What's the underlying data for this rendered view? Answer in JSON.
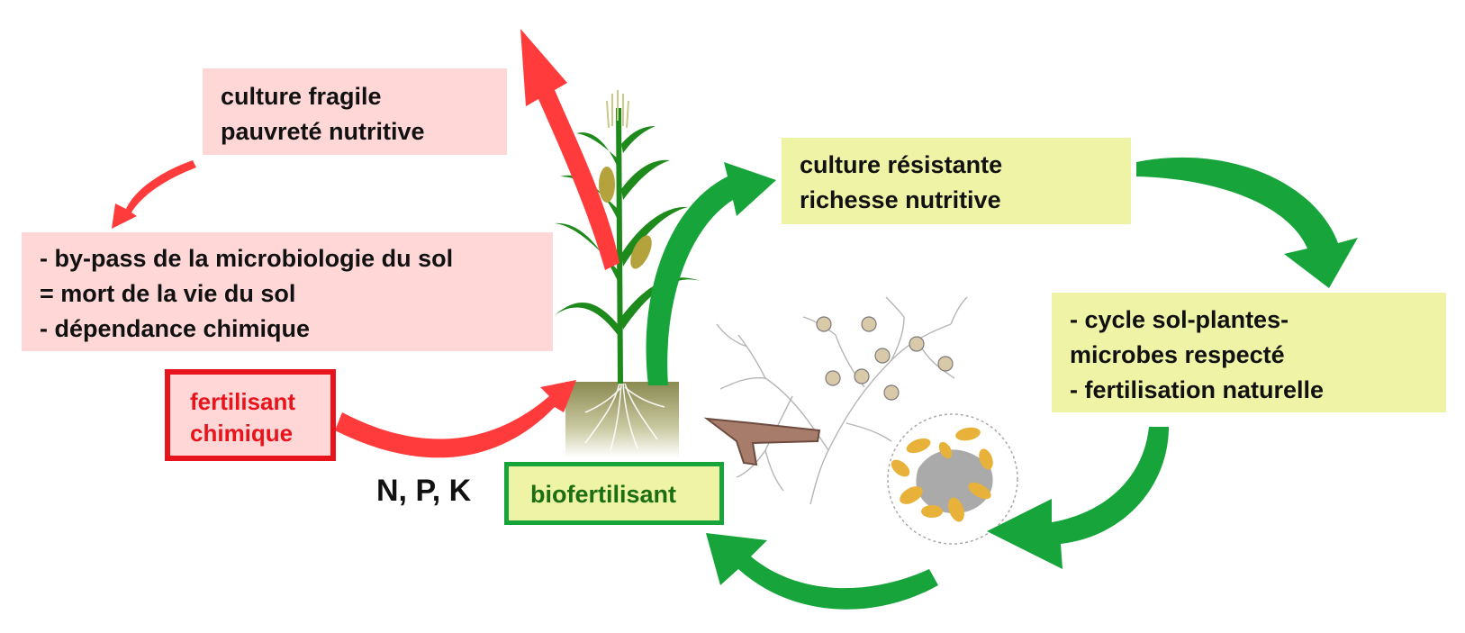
{
  "boxes": {
    "fragile": {
      "line1": "culture fragile",
      "line2": "pauvreté nutritive"
    },
    "bypass": {
      "line1": "- by-pass de la microbiologie du sol",
      "line2": "= mort de la vie du sol",
      "line3": "- dépendance chimique"
    },
    "chemical": {
      "line1": "fertilisant",
      "line2": "chimique"
    },
    "resistant": {
      "line1": "culture résistante",
      "line2": "richesse nutritive"
    },
    "cycle": {
      "line1": "- cycle sol-plantes-",
      "line2": "microbes respecté",
      "line3": "- fertilisation naturelle"
    },
    "bio": {
      "label": "biofertilisant"
    }
  },
  "npk_label": "N, P, K",
  "colors": {
    "red_arrow": "#ff3b3b",
    "green_arrow": "#17a43a",
    "pink_fill": "#ffd7d7",
    "yellow_fill": "#eef3a6",
    "chem_border": "#e8141c",
    "bio_text": "#1b6e12",
    "plant_green": "#1f8a1c",
    "fungal_gold": "#e8b23a",
    "root_brown": "#a77c6a"
  },
  "icons": [
    "corn-plant-icon",
    "soil-block-icon",
    "mycorrhiza-network-icon",
    "root-segment-icon",
    "root-cell-icon"
  ]
}
